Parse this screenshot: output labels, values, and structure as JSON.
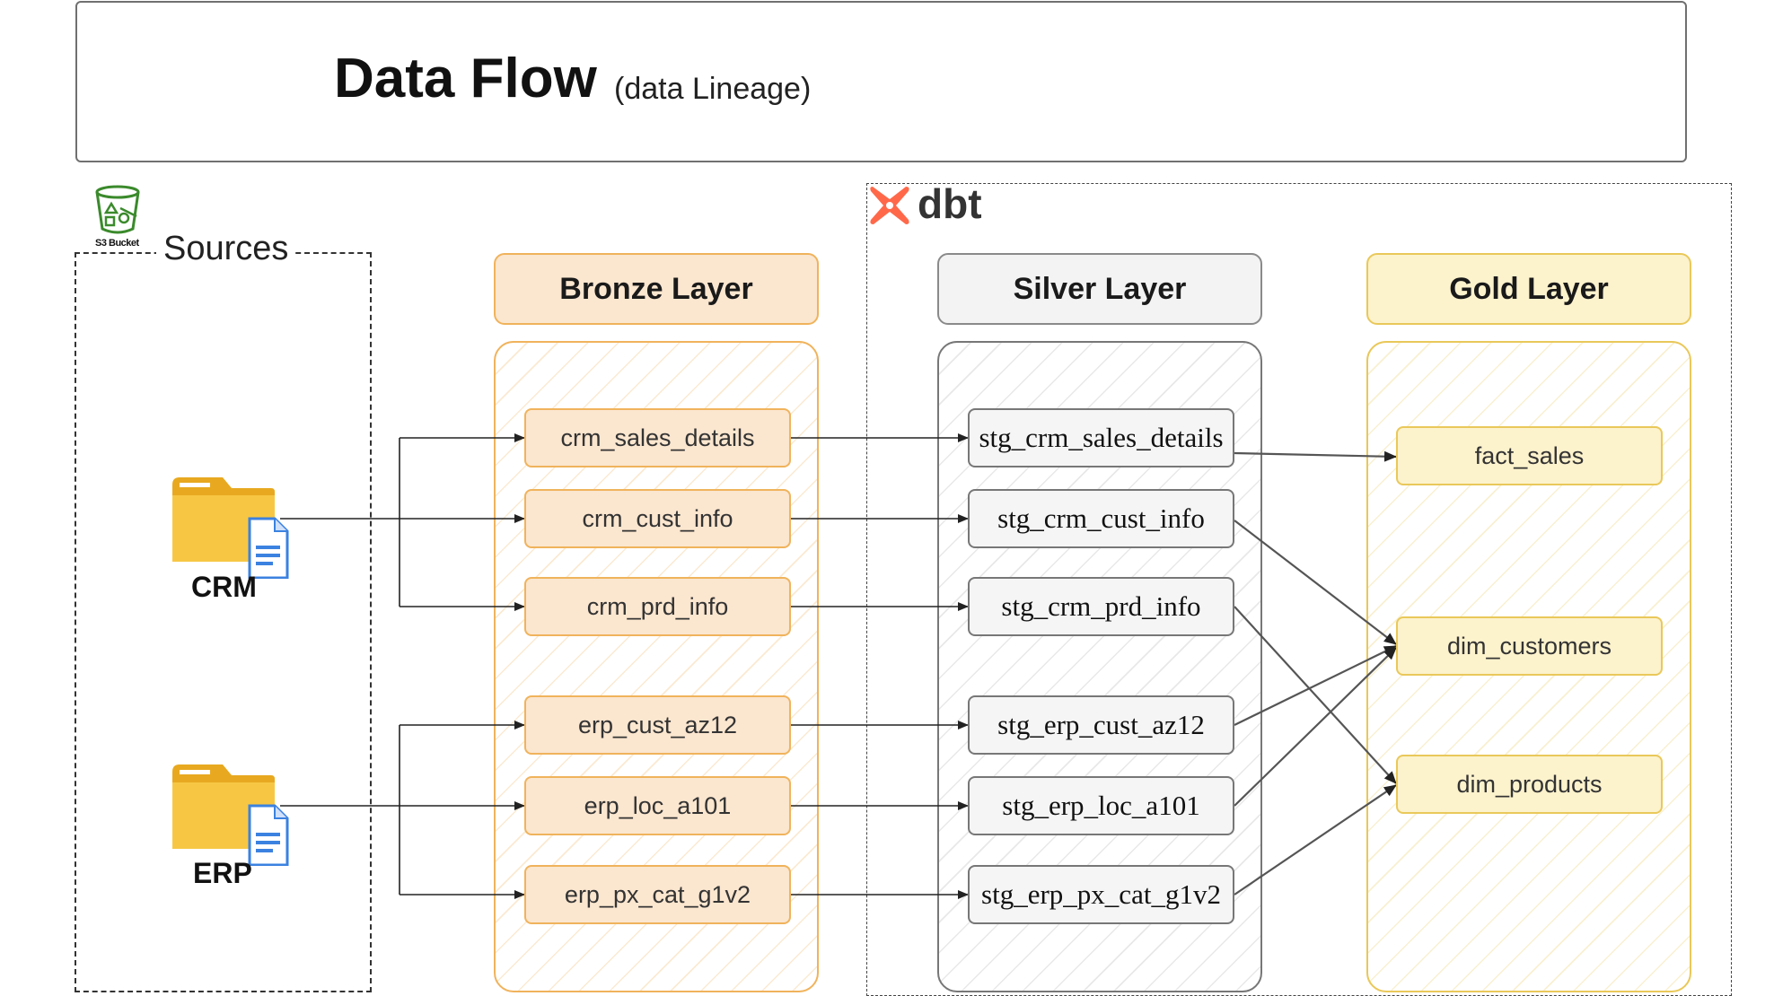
{
  "header": {
    "title": "Data Flow",
    "subtitle": "(data Lineage)"
  },
  "sources": {
    "label": "Sources",
    "bucket_caption": "S3 Bucket",
    "items": [
      {
        "label": "CRM",
        "icon": "folder-document-icon"
      },
      {
        "label": "ERP",
        "icon": "folder-document-icon"
      }
    ]
  },
  "dbt": {
    "label": "dbt",
    "icon": "dbt-logo"
  },
  "layers": {
    "bronze": {
      "title": "Bronze Layer",
      "tables": [
        "crm_sales_details",
        "crm_cust_info",
        "crm_prd_info",
        "erp_cust_az12",
        "erp_loc_a101",
        "erp_px_cat_g1v2"
      ]
    },
    "silver": {
      "title": "Silver Layer",
      "tables": [
        "stg_crm_sales_details",
        "stg_crm_cust_info",
        "stg_crm_prd_info",
        "stg_erp_cust_az12",
        "stg_erp_loc_a101",
        "stg_erp_px_cat_g1v2"
      ]
    },
    "gold": {
      "title": "Gold Layer",
      "tables": [
        "fact_sales",
        "dim_customers",
        "dim_products"
      ]
    }
  },
  "colors": {
    "bronze_fill": "#fbe6cf",
    "bronze_border": "#f0b35c",
    "silver_fill": "#f3f3f3",
    "silver_border": "#777777",
    "gold_fill": "#fcf2cc",
    "gold_border": "#e9c85a",
    "dbt_orange": "#ff694a",
    "folder_yellow": "#f5c342",
    "doc_blue": "#3b82e0"
  }
}
